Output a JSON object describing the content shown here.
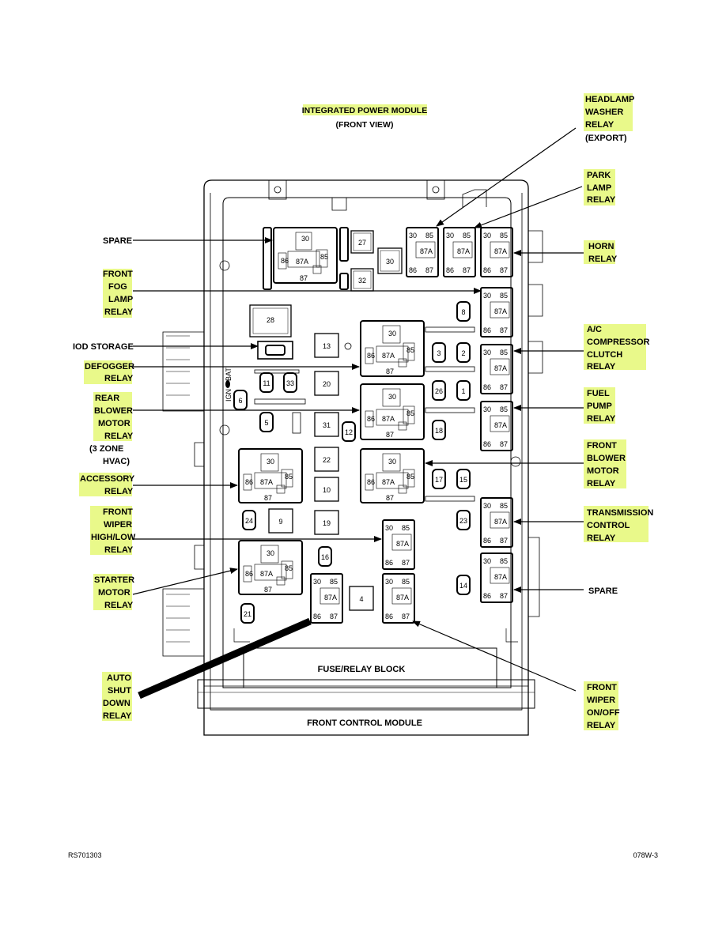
{
  "title": "INTEGRATED POWER MODULE",
  "subtitle": "(FRONT VIEW)",
  "fuse_block_label": "FUSE/RELAY BLOCK",
  "front_control_label": "FRONT CONTROL MODULE",
  "doc_code_left": "RS701303",
  "doc_code_right": "078W-3",
  "ign_label": "IGN",
  "bat_label": "BAT",
  "highlight_color": "#e9f98a",
  "labels_left": [
    {
      "id": "spare-left",
      "lines": [
        "SPARE"
      ],
      "highlight": false
    },
    {
      "id": "front-fog-lamp-relay",
      "lines": [
        "FRONT",
        "FOG",
        "LAMP",
        "RELAY"
      ],
      "highlight": true
    },
    {
      "id": "iod-storage",
      "lines": [
        "IOD STORAGE"
      ],
      "highlight": false
    },
    {
      "id": "defogger-relay",
      "lines": [
        "DEFOGGER",
        "RELAY"
      ],
      "highlight": true
    },
    {
      "id": "rear-blower-motor-relay",
      "lines": [
        "REAR",
        "BLOWER",
        "MOTOR",
        "RELAY"
      ],
      "highlight": true
    },
    {
      "id": "zone-note",
      "lines": [
        "(3 ZONE",
        "HVAC)"
      ],
      "highlight": false
    },
    {
      "id": "accessory-relay",
      "lines": [
        "ACCESSORY",
        "RELAY"
      ],
      "highlight": true
    },
    {
      "id": "front-wiper-high-low-relay",
      "lines": [
        "FRONT",
        "WIPER",
        "HIGH/LOW",
        "RELAY"
      ],
      "highlight": true
    },
    {
      "id": "starter-motor-relay",
      "lines": [
        "STARTER",
        "MOTOR",
        "RELAY"
      ],
      "highlight": true
    },
    {
      "id": "auto-shut-down-relay",
      "lines": [
        "AUTO",
        "SHUT",
        "DOWN",
        "RELAY"
      ],
      "highlight": true
    }
  ],
  "labels_right": [
    {
      "id": "headlamp-washer-relay",
      "lines": [
        "HEADLAMP",
        "WASHER",
        "RELAY",
        "(EXPORT)"
      ],
      "highlight": true
    },
    {
      "id": "park-lamp-relay",
      "lines": [
        "PARK",
        "LAMP",
        "RELAY"
      ],
      "highlight": true
    },
    {
      "id": "horn-relay",
      "lines": [
        "HORN",
        "RELAY"
      ],
      "highlight": true
    },
    {
      "id": "ac-compressor-clutch-relay",
      "lines": [
        "A/C",
        "COMPRESSOR",
        "CLUTCH",
        "RELAY"
      ],
      "highlight": true
    },
    {
      "id": "fuel-pump-relay",
      "lines": [
        "FUEL",
        "PUMP",
        "RELAY"
      ],
      "highlight": true
    },
    {
      "id": "front-blower-motor-relay",
      "lines": [
        "FRONT",
        "BLOWER",
        "MOTOR",
        "RELAY"
      ],
      "highlight": true
    },
    {
      "id": "transmission-control-relay",
      "lines": [
        "TRANSMISSION",
        "CONTROL",
        "RELAY"
      ],
      "highlight": true
    },
    {
      "id": "spare-right",
      "lines": [
        "SPARE"
      ],
      "highlight": false
    },
    {
      "id": "front-wiper-on-off-relay",
      "lines": [
        "FRONT",
        "WIPER",
        "ON/OFF",
        "RELAY"
      ],
      "highlight": true
    }
  ],
  "pins": {
    "p30": "30",
    "p85": "85",
    "p86": "86",
    "p87": "87",
    "p87a": "87A"
  },
  "fuses": {
    "f1": "1",
    "f2": "2",
    "f3": "3",
    "f4": "4",
    "f5": "5",
    "f6": "6",
    "f8": "8",
    "f9": "9",
    "f10": "10",
    "f11": "11",
    "f12": "12",
    "f13": "13",
    "f14": "14",
    "f15": "15",
    "f16": "16",
    "f17": "17",
    "f18": "18",
    "f19": "19",
    "f20": "20",
    "f21": "21",
    "f22": "22",
    "f23": "23",
    "f24": "24",
    "f26": "26",
    "f27": "27",
    "f28": "28",
    "f30": "30",
    "f31": "31",
    "f32": "32",
    "f33": "33"
  }
}
